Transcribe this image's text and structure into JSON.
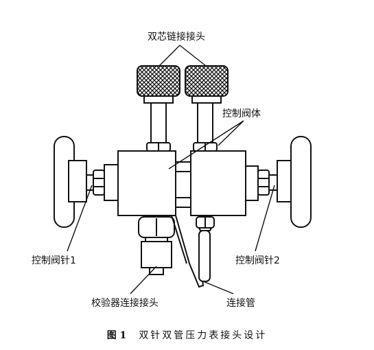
{
  "labels": {
    "dual_core_connector": "双芯链接接头",
    "control_valve_body": "控制阀体",
    "control_valve_needle_1": "控制阀针1",
    "control_valve_needle_2": "控制阀针2",
    "calibrator_connector": "校验器连接接头",
    "connecting_pipe": "连接管"
  },
  "caption": {
    "number": "图 1",
    "text": "双针双管压力表接头设计"
  }
}
